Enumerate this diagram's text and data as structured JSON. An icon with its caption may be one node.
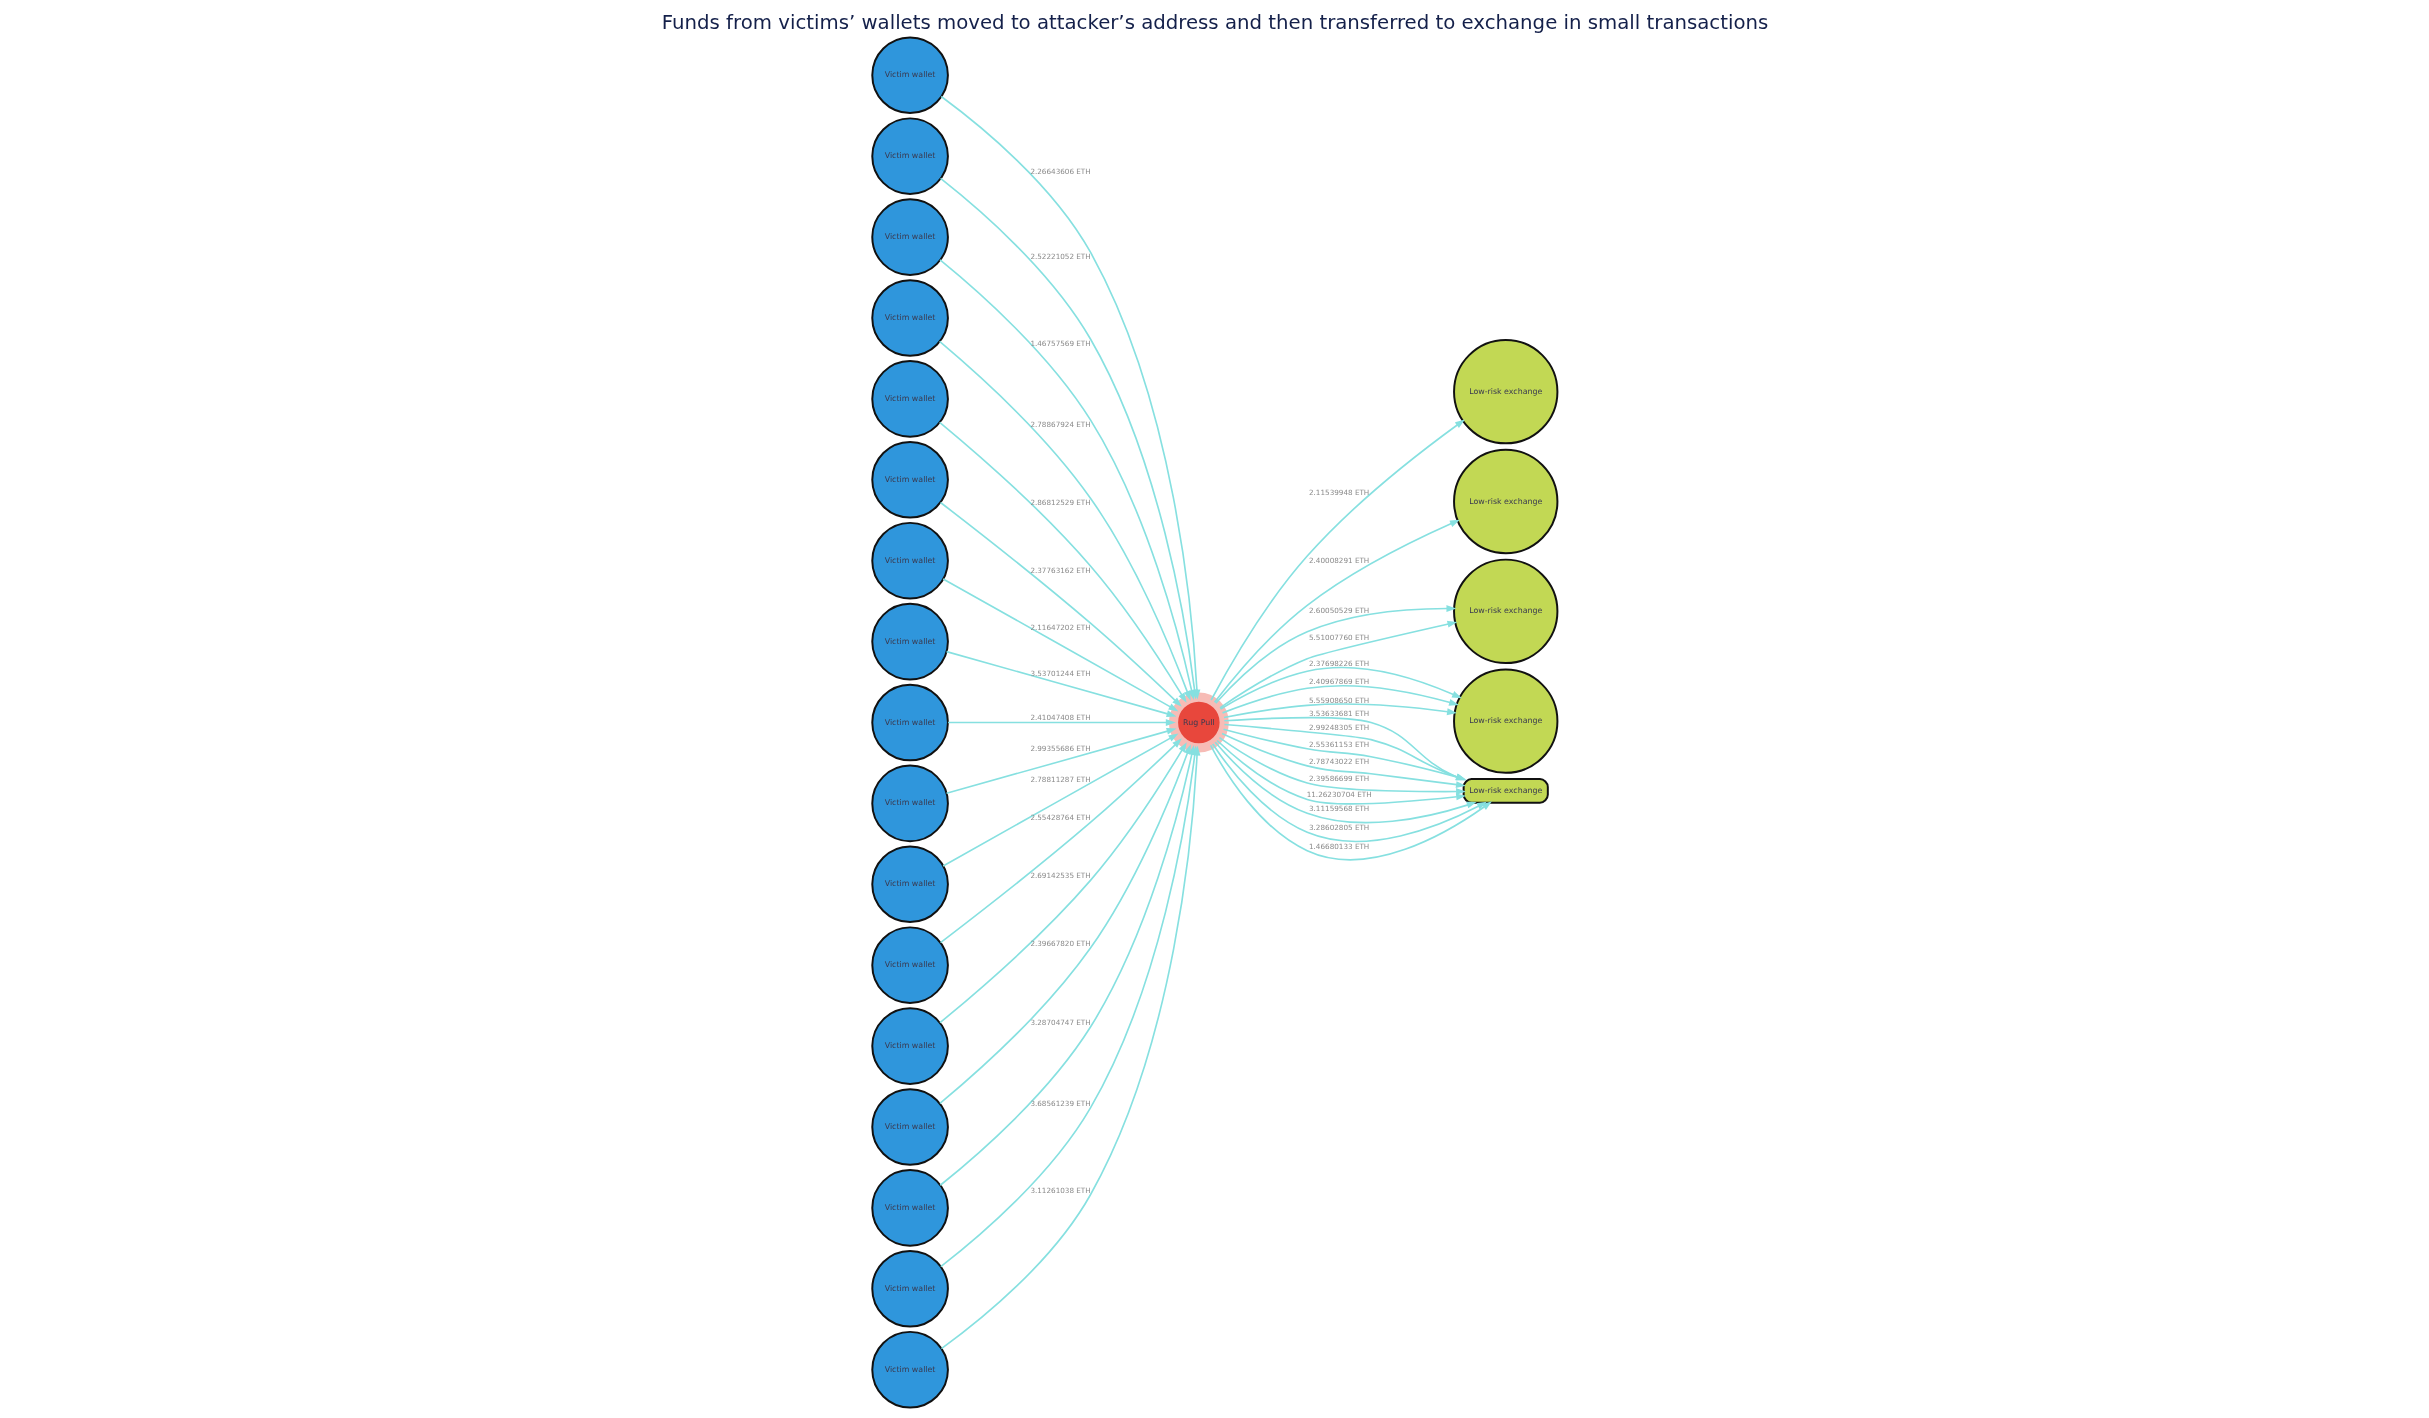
{
  "diagram": {
    "title": "Funds from victims’ wallets moved to attacker’s address and then transferred to exchange in small transactions",
    "nodes": [
      {
        "text": [
          "Victim wallet"
        ]
      },
      {
        "text": [
          "Victim wallet"
        ]
      },
      {
        "text": [
          "Victim wallet"
        ]
      },
      {
        "text": [
          "Victim wallet"
        ]
      },
      {
        "text": [
          "Victim wallet"
        ]
      },
      {
        "text": [
          "Victim wallet"
        ]
      },
      {
        "text": [
          "Victim wallet"
        ]
      },
      {
        "text": [
          "Victim wallet"
        ]
      },
      {
        "text": [
          "Victim wallet"
        ]
      },
      {
        "text": [
          "Victim wallet"
        ]
      },
      {
        "text": [
          "Victim wallet"
        ]
      },
      {
        "text": [
          "Victim wallet"
        ]
      },
      {
        "text": [
          "Victim wallet"
        ]
      },
      {
        "text": [
          "Victim wallet"
        ]
      },
      {
        "text": [
          "Victim wallet"
        ]
      },
      {
        "text": [
          "Victim wallet"
        ]
      },
      {
        "text": [
          "Victim wallet"
        ]
      },
      {
        "text": [
          "Rug Pull"
        ]
      },
      {
        "text": [
          "Low-risk exchange"
        ]
      },
      {
        "text": [
          "Low-risk exchange"
        ]
      },
      {
        "text": [
          "Low-risk exchange"
        ]
      },
      {
        "text": [
          "Low-risk exchange"
        ]
      },
      {
        "text": [
          "Low-risk exchange"
        ]
      }
    ],
    "edges": [
      {
        "from": 0,
        "to": 17,
        "arrow": "to",
        "label": "2.26643606 ETH"
      },
      {
        "from": 1,
        "to": 17,
        "arrow": "to",
        "label": "2.52221052 ETH"
      },
      {
        "from": 2,
        "to": 17,
        "arrow": "to",
        "label": "1.46757569 ETH"
      },
      {
        "from": 3,
        "to": 17,
        "arrow": "to",
        "label": "2.78867924 ETH"
      },
      {
        "from": 4,
        "to": 17,
        "arrow": "to",
        "label": "2.86812529 ETH"
      },
      {
        "from": 5,
        "to": 17,
        "arrow": "to",
        "label": "2.37763162 ETH"
      },
      {
        "from": 6,
        "to": 17,
        "arrow": "to",
        "label": "2.11647202 ETH"
      },
      {
        "from": 7,
        "to": 17,
        "arrow": "to",
        "label": "3.53701244 ETH"
      },
      {
        "from": 8,
        "to": 17,
        "arrow": "to",
        "label": "2.41047408 ETH"
      },
      {
        "from": 9,
        "to": 17,
        "arrow": "to",
        "label": "2.99355686 ETH"
      },
      {
        "from": 10,
        "to": 17,
        "arrow": "to",
        "label": "2.78811287 ETH"
      },
      {
        "from": 11,
        "to": 17,
        "arrow": "to",
        "label": "2.55428764 ETH"
      },
      {
        "from": 12,
        "to": 17,
        "arrow": "to",
        "label": "2.69142535 ETH"
      },
      {
        "from": 13,
        "to": 17,
        "arrow": "to",
        "label": "2.39667820 ETH"
      },
      {
        "from": 14,
        "to": 17,
        "arrow": "to",
        "label": "3.28704747 ETH"
      },
      {
        "from": 15,
        "to": 17,
        "arrow": "to",
        "label": "3.68561239 ETH"
      },
      {
        "from": 16,
        "to": 17,
        "arrow": "to",
        "label": "3.11261038 ETH"
      },
      {
        "from": 17,
        "to": 18,
        "arrow": "to",
        "label": "2.11539948 ETH"
      },
      {
        "from": 17,
        "to": 19,
        "arrow": "to",
        "label": "2.40008291 ETH"
      },
      {
        "from": 17,
        "to": 20,
        "arrow": "to",
        "label": "2.60050529 ETH"
      },
      {
        "from": 17,
        "to": 20,
        "arrow": "to",
        "label": "5.51007760 ETH"
      },
      {
        "from": 17,
        "to": 21,
        "arrow": "to",
        "label": "2.37698226 ETH"
      },
      {
        "from": 17,
        "to": 21,
        "arrow": "to",
        "label": "2.40967869 ETH"
      },
      {
        "from": 17,
        "to": 21,
        "arrow": "to",
        "label": "5.55908650 ETH"
      },
      {
        "from": 17,
        "to": 22,
        "arrow": "to",
        "label": "3.53633681 ETH"
      },
      {
        "from": 17,
        "to": 22,
        "arrow": "to",
        "label": "2.99248305 ETH"
      },
      {
        "from": 17,
        "to": 22,
        "arrow": "to",
        "label": "2.55361153 ETH"
      },
      {
        "from": 17,
        "to": 22,
        "arrow": "to",
        "label": "2.78743022 ETH"
      },
      {
        "from": 17,
        "to": 22,
        "arrow": "to",
        "label": "2.39586699 ETH"
      },
      {
        "from": 17,
        "to": 22,
        "arrow": "to",
        "label": "11.26230704 ETH"
      },
      {
        "from": 17,
        "to": 22,
        "arrow": "to",
        "label": "3.11159568 ETH"
      },
      {
        "from": 17,
        "to": 22,
        "arrow": "to",
        "label": "3.28602805 ETH"
      },
      {
        "from": 17,
        "to": 22,
        "arrow": "to",
        "label": "1.46680133 ETH"
      }
    ]
  }
}
